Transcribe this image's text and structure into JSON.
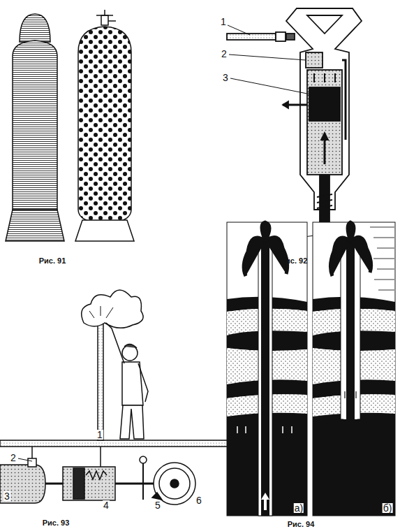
{
  "diagram": {
    "labels": [
      "Рис. 91",
      "1",
      "2",
      "3",
      "4",
      "Рис. 92",
      "1",
      "2",
      "3",
      "4",
      "5",
      "6",
      "Рис. 93",
      "а)",
      "б)",
      "Рис. 94"
    ]
  }
}
